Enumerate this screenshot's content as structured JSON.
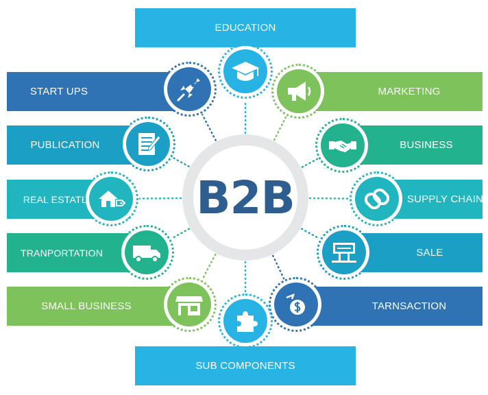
{
  "center": {
    "title": "B2B",
    "color": "#2e5d8f"
  },
  "colors": {
    "light_blue": "#27b4e4",
    "blue": "#2f73b5",
    "cyan": "#1b9fc5",
    "teal": "#21b6bf",
    "green": "#23b28e",
    "lime": "#7dc25a",
    "gray_ring": "#e5e6e8"
  },
  "items": [
    {
      "label": "EDUCATION",
      "icon": "graduation-cap-icon",
      "color": "#27b4e4"
    },
    {
      "label": "START UPS",
      "icon": "rocket-icon",
      "color": "#2f73b5"
    },
    {
      "label": "MARKETING",
      "icon": "megaphone-icon",
      "color": "#7dc25a"
    },
    {
      "label": "PUBLICATION",
      "icon": "document-pen-icon",
      "color": "#1b9fc5"
    },
    {
      "label": "BUSINESS",
      "icon": "handshake-icon",
      "color": "#23b28e"
    },
    {
      "label": "REAL ESTATE",
      "icon": "house-tag-icon",
      "color": "#21b6bf"
    },
    {
      "label": "SUPPLY CHAIN",
      "icon": "chain-link-icon",
      "color": "#21b6bf"
    },
    {
      "label": "TRANPORTATION",
      "icon": "truck-icon",
      "color": "#23b28e"
    },
    {
      "label": "SALE",
      "icon": "sale-sign-icon",
      "color": "#1b9fc5"
    },
    {
      "label": "SMALL BUSINESS",
      "icon": "storefront-icon",
      "color": "#7dc25a"
    },
    {
      "label": "TARNSACTION",
      "icon": "money-exchange-icon",
      "color": "#2f73b5"
    },
    {
      "label": "SUB COMPONENTS",
      "icon": "puzzle-piece-icon",
      "color": "#27b4e4"
    }
  ]
}
